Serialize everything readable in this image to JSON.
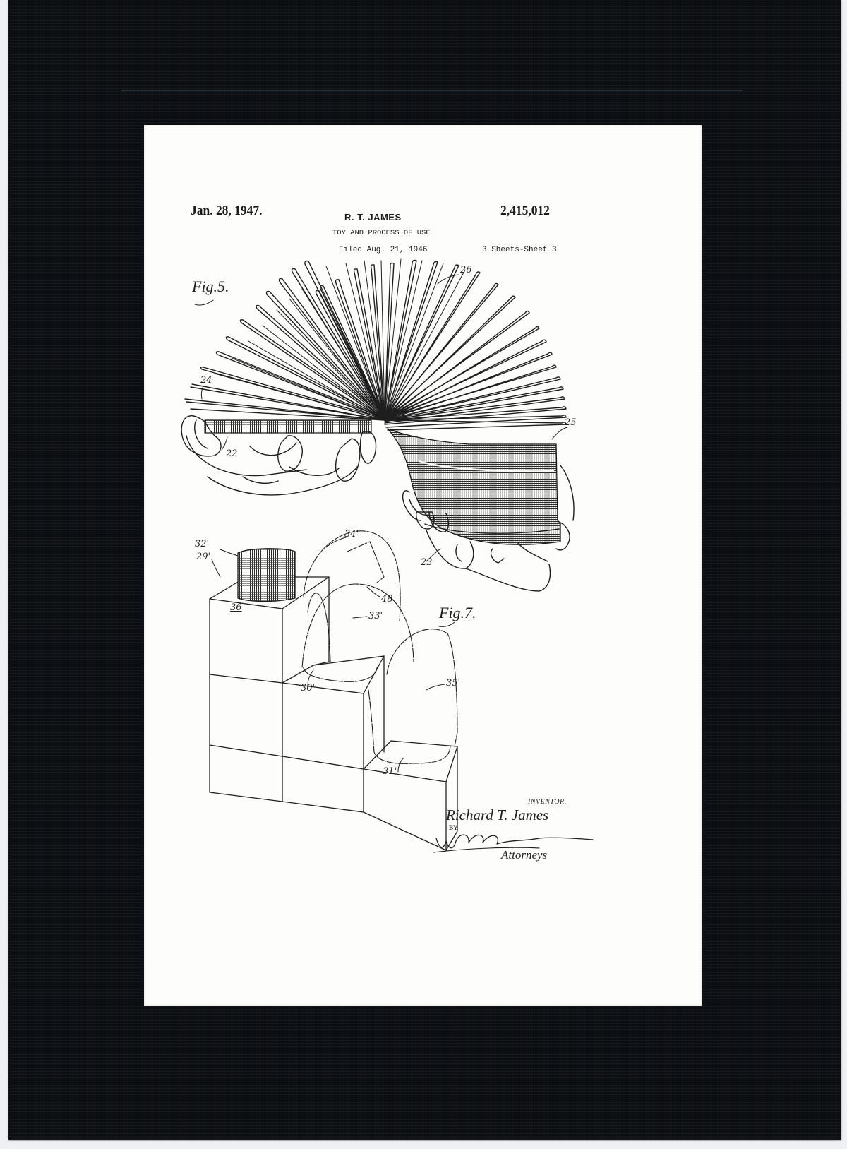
{
  "header": {
    "date": "Jan. 28, 1947.",
    "inventor_name": "R. T. JAMES",
    "patent_number": "2,415,012",
    "title": "TOY AND PROCESS OF USE",
    "filed": "Filed Aug. 21, 1946",
    "sheets": "3 Sheets-Sheet 3"
  },
  "figures": {
    "fig5_label": "Fig.5.",
    "fig7_label": "Fig.7."
  },
  "reference_numerals": {
    "r26": "26",
    "r24": "24",
    "r22": "22",
    "r25": "25",
    "r23": "23",
    "r32p": "32'",
    "r34p": "34'",
    "r29p": "29'",
    "r48": "48",
    "r36": "36",
    "r33p": "33'",
    "r30p": "30'",
    "r35p": "35'",
    "r31p": "31'"
  },
  "signature_block": {
    "inventor_caption": "INVENTOR.",
    "inventor_signature": "Richard T. James",
    "by": "BY",
    "attorneys": "Attorneys"
  },
  "colors": {
    "frame": "#0b0d10",
    "paper": "#fdfdfb",
    "ink": "#1a1a1a"
  }
}
